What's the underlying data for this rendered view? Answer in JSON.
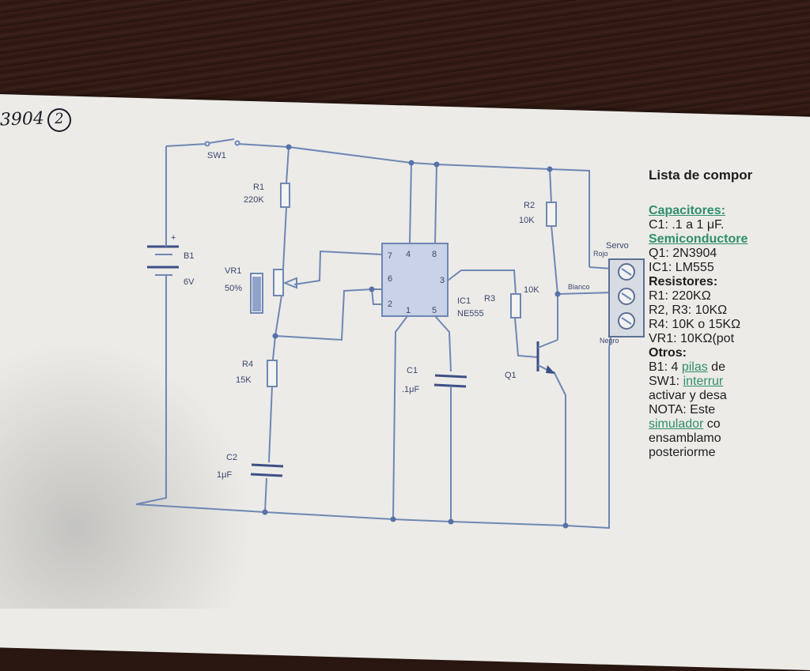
{
  "note": {
    "code": "3904",
    "circled": "2"
  },
  "schematic": {
    "sw1": "SW1",
    "b1": "B1",
    "b1_value": "6V",
    "b1_plus": "+",
    "r1": "R1",
    "r1_value": "220K",
    "vr1": "VR1",
    "vr1_value": "50%",
    "r4": "R4",
    "r4_value": "15K",
    "c2": "C2",
    "c2_value": "1μF",
    "c1": "C1",
    "c1_value": ".1μF",
    "ic1": "IC1",
    "ic1_part": "NE555",
    "r3": "R3",
    "r3_value": "10K",
    "r2": "R2",
    "r2_value": "10K",
    "q1": "Q1",
    "servo": "Servo",
    "servo_rojo": "Rojo",
    "servo_blanco": "Blanco",
    "servo_negro": "Negro",
    "pins": [
      "7",
      "4",
      "8",
      "6",
      "3",
      "2",
      "1",
      "5"
    ]
  },
  "parts_list": {
    "title": "Lista de compor",
    "capacitores_head": "Capacitores:",
    "c1": "C1: .1 a 1 μF.",
    "semi_head": "Semiconductore",
    "q1": "Q1: 2N3904",
    "ic1": "IC1: LM555",
    "resistores_head": "Resistores:",
    "r1": "R1: 220KΩ",
    "r2r3": "R2, R3: 10KΩ",
    "r4": "R4: 10K o 15KΩ",
    "vr1": "VR1: 10KΩ(pot",
    "otros_head": "Otros:",
    "b1_prefix": "B1: 4 ",
    "b1_link": "pilas",
    "b1_suffix": " de",
    "sw1_prefix": "SW1: ",
    "sw1_link": "interrur",
    "activar": "activar y desa",
    "nota": "NOTA:  Este",
    "simulador_link": "simulador",
    "simulador_suffix": " co",
    "ensamblamo": "ensamblamo",
    "posteriorme": "posteriorme"
  }
}
